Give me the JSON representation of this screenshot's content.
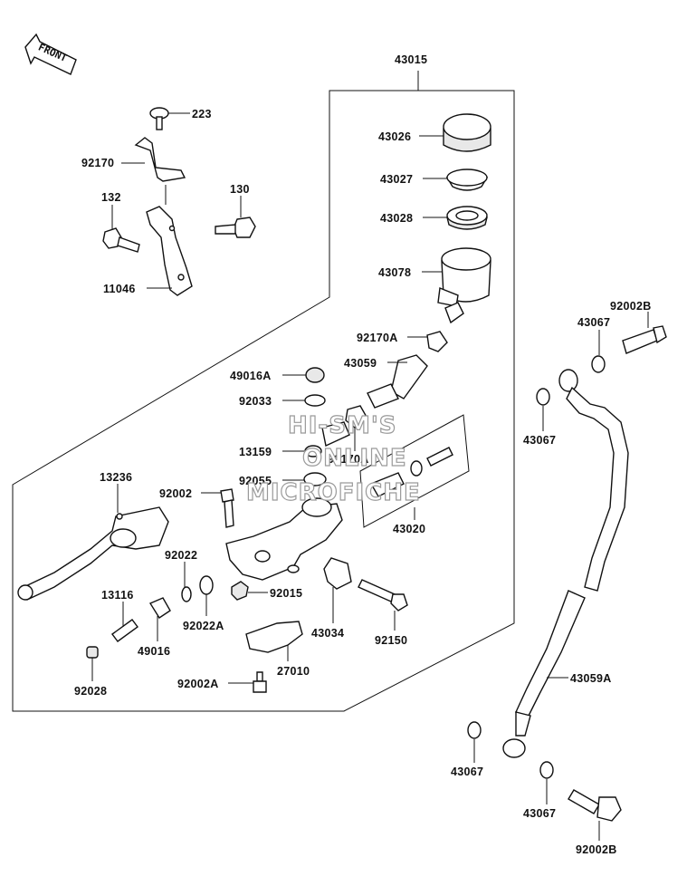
{
  "front_label": "FRONT",
  "watermark": [
    "HI-SM'S",
    "ONLINE",
    "MICROFICHE"
  ],
  "parts": [
    {
      "id": "p43015",
      "number": "43015"
    },
    {
      "id": "p223",
      "number": "223"
    },
    {
      "id": "p92170",
      "number": "92170"
    },
    {
      "id": "p132",
      "number": "132"
    },
    {
      "id": "p130",
      "number": "130"
    },
    {
      "id": "p11046",
      "number": "11046"
    },
    {
      "id": "p43026",
      "number": "43026"
    },
    {
      "id": "p43027",
      "number": "43027"
    },
    {
      "id": "p43028",
      "number": "43028"
    },
    {
      "id": "p43078",
      "number": "43078"
    },
    {
      "id": "p92170A_top",
      "number": "92170A"
    },
    {
      "id": "p43059",
      "number": "43059"
    },
    {
      "id": "p49016A",
      "number": "49016A"
    },
    {
      "id": "p92033",
      "number": "92033"
    },
    {
      "id": "p92170A_mid",
      "number": "92170A"
    },
    {
      "id": "p13159",
      "number": "13159"
    },
    {
      "id": "p92055",
      "number": "92055"
    },
    {
      "id": "p43020",
      "number": "43020"
    },
    {
      "id": "p13236",
      "number": "13236"
    },
    {
      "id": "p92002",
      "number": "92002"
    },
    {
      "id": "p92022",
      "number": "92022"
    },
    {
      "id": "p92015",
      "number": "92015"
    },
    {
      "id": "p13116",
      "number": "13116"
    },
    {
      "id": "p49016",
      "number": "49016"
    },
    {
      "id": "p92022A",
      "number": "92022A"
    },
    {
      "id": "p43034",
      "number": "43034"
    },
    {
      "id": "p92150",
      "number": "92150"
    },
    {
      "id": "p27010",
      "number": "27010"
    },
    {
      "id": "p92028",
      "number": "92028"
    },
    {
      "id": "p92002A",
      "number": "92002A"
    },
    {
      "id": "p92002B_top",
      "number": "92002B"
    },
    {
      "id": "p43067_a",
      "number": "43067"
    },
    {
      "id": "p43067_b",
      "number": "43067"
    },
    {
      "id": "p43059A",
      "number": "43059A"
    },
    {
      "id": "p43067_c",
      "number": "43067"
    },
    {
      "id": "p43067_d",
      "number": "43067"
    },
    {
      "id": "p92002B_bot",
      "number": "92002B"
    }
  ]
}
